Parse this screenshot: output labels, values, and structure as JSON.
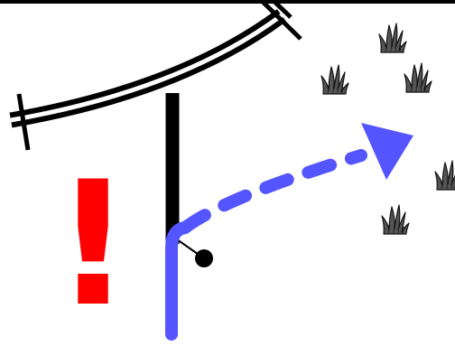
{
  "diagram": {
    "alert_symbol": "!",
    "colors": {
      "background": "#ffffff",
      "road": "#000000",
      "route": "#5555ff",
      "alert": "#ff0000",
      "vegetation": "#555555"
    },
    "elements": [
      "top-border",
      "curved-double-line-road",
      "vertical-road",
      "junction-marker",
      "route-arrow",
      "alert-marker",
      "grass-tufts"
    ]
  }
}
